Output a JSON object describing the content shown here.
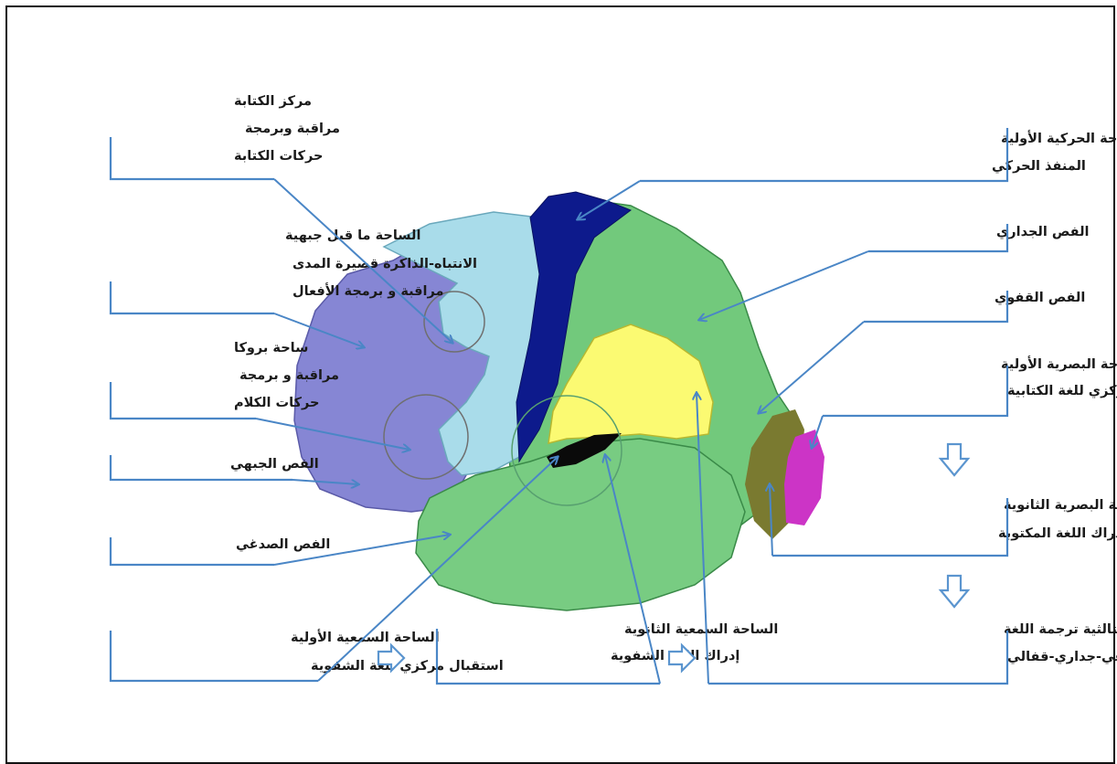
{
  "labels": {
    "writing_center": [
      "مركز الكتابة",
      "مراقبة وبرمجة",
      "حركات الكتابة"
    ],
    "premotor": [
      "الساحة ما قبل جبهية",
      "الانتباه-الذاكرة قصيرة المدى",
      "مراقبة و برمجة الأفعال"
    ],
    "broca": [
      "ساحة بروكا",
      "مراقبة و برمجة",
      "حركات الكلام"
    ],
    "frontal_lobe": "الفص الجبهي",
    "temporal_lobe": "الفص الصدغي",
    "primary_auditory": [
      "الساحة السمعية الأولية",
      "استقبال مركزي للغة الشفوية"
    ],
    "secondary_auditory": [
      "الساحة السمعية الثانوية",
      "إدراك اللغة الشفوية"
    ],
    "primary_motor": [
      "الساحة الحركية الأولية",
      "المنفذ الحركي"
    ],
    "parietal_lobe": "الفص الجداري",
    "occipital_lobe": "الفص القفوي",
    "primary_visual": [
      "الساحة البصرية الأولية",
      "استقبال مركزي للغة الكتابية"
    ],
    "secondary_visual": [
      "الساحة البصرية الثانوية",
      "إدراك اللغة المكتوبة"
    ],
    "tertiary_area": [
      "الساحة الثالثية ترجمة اللغة",
      "تصالب-صدغي-جداري-قفالي"
    ]
  },
  "colors": {
    "frontal": "#8686d4",
    "prefrontal_light": "#a9dcea",
    "motor_strip": "#0d1a8c",
    "parietal": "#72c97c",
    "temporal": "#78cc82",
    "wernicke_yellow": "#fbfa72",
    "auditory_black": "#0a0a0a",
    "visual_olive": "#7a7a30",
    "visual_magenta": "#cc34c6",
    "leader_line": "#4a86c6"
  }
}
